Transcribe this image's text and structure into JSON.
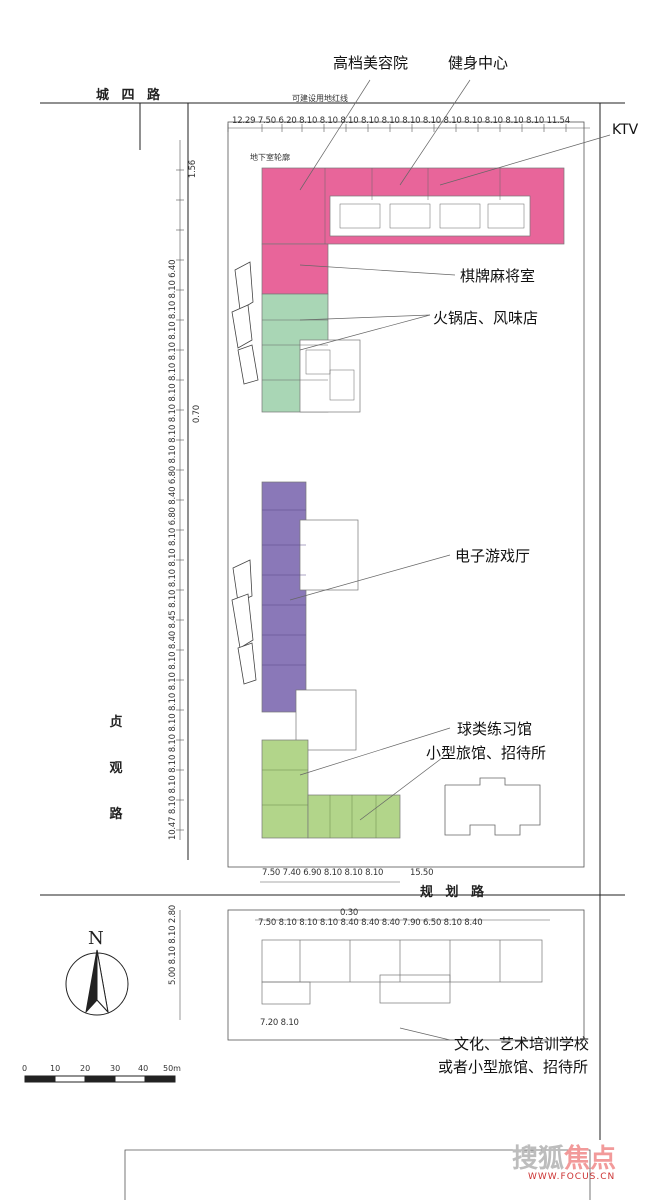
{
  "roads": {
    "north": "城  四  路",
    "west": "贞  观  路",
    "south": "规  划  路"
  },
  "labels": {
    "redline": "可建设用地红线",
    "basement": "地下室轮廓"
  },
  "callouts": {
    "beauty": "高档美容院",
    "fitness": "健身中心",
    "ktv": "KTV",
    "mahjong": "棋牌麻将室",
    "hotpot": "火锅店、风味店",
    "arcade": "电子游戏厅",
    "ball": "球类练习馆",
    "hotel": "小型旅馆、招待所",
    "school_1": "文化、艺术培训学校",
    "school_2": "或者小型旅馆、招待所"
  },
  "dims": {
    "top": "12.29  7.50 6.20 8.10  8.10  8.10  8.10  8.10  8.10  8.10  8.10  8.10  8.10  8.10  8.10  11.54",
    "left": "10.47 8.10 8.10 8.10 8.10 8.10 8.10 8.10 8.10 8.40 8.45 8.10 8.10 8.10 8.10 6.80 8.40 6.80 8.10 8.10 8.10 8.10 8.10 8.10 8.10 8.10 8.10 6.40",
    "left_inner_1": "1.56",
    "left_inner_2": "0.70",
    "bottom_1": "7.50 7.40 6.90 8.10 8.10 8.10",
    "bottom_2": "15.50",
    "lower_top": "7.50 8.10 8.10 8.10 8.40 8.40 8.40 7.90 6.50 8.10 8.40",
    "lower_mid": "0.30",
    "lower_left": "5.00 8.10 8.10 2.80",
    "lower_bottom": "7.20 8.10"
  },
  "north_arrow": "N",
  "scale_bar": {
    "ticks": [
      "0",
      "10",
      "20",
      "30",
      "40",
      "50m"
    ]
  },
  "watermark": {
    "brand": "搜狐",
    "brand2": "焦点",
    "url": "WWW.FOCUS.CN"
  },
  "zone_colors": {
    "pink": "#e8659a",
    "green": "#a9d6b5",
    "purple": "#8a78b8",
    "lime": "#b2d58a"
  }
}
